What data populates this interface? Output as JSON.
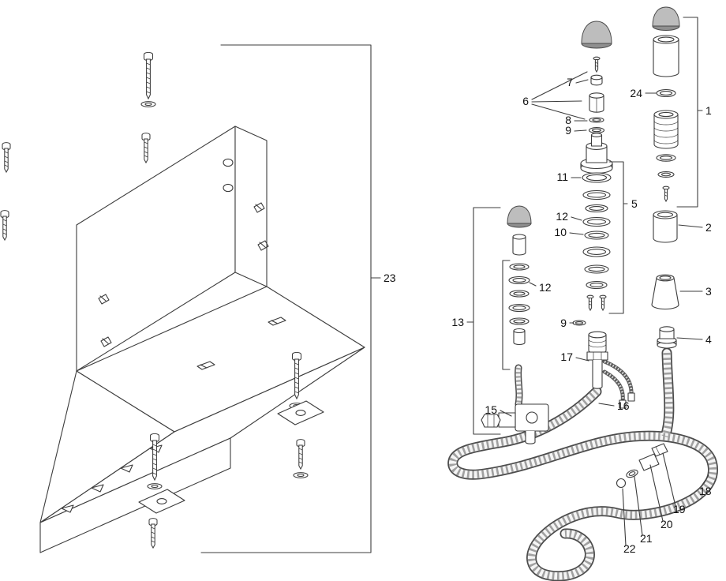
{
  "diagram": {
    "kind": "exploded-parts-diagram",
    "subject": "bath-mixer-mounting-unit",
    "colors": {
      "line": "#3c3c3c",
      "metal_gray": "#bdbdbd",
      "dark_gray": "#8f8f8f",
      "background": "#ffffff"
    },
    "callouts": {
      "n23": "23",
      "n7": "7",
      "n6": "6",
      "n8": "8",
      "n9a": "9",
      "n24": "24",
      "n1": "1",
      "n11": "11",
      "n5": "5",
      "n12a": "12",
      "n10": "10",
      "n2": "2",
      "n3": "3",
      "n13": "13",
      "n12b": "12",
      "n9b": "9",
      "n4": "4",
      "n17": "17",
      "n15": "15",
      "n16": "16",
      "n18": "18",
      "n19": "19",
      "n20": "20",
      "n21": "21",
      "n22": "22"
    }
  }
}
